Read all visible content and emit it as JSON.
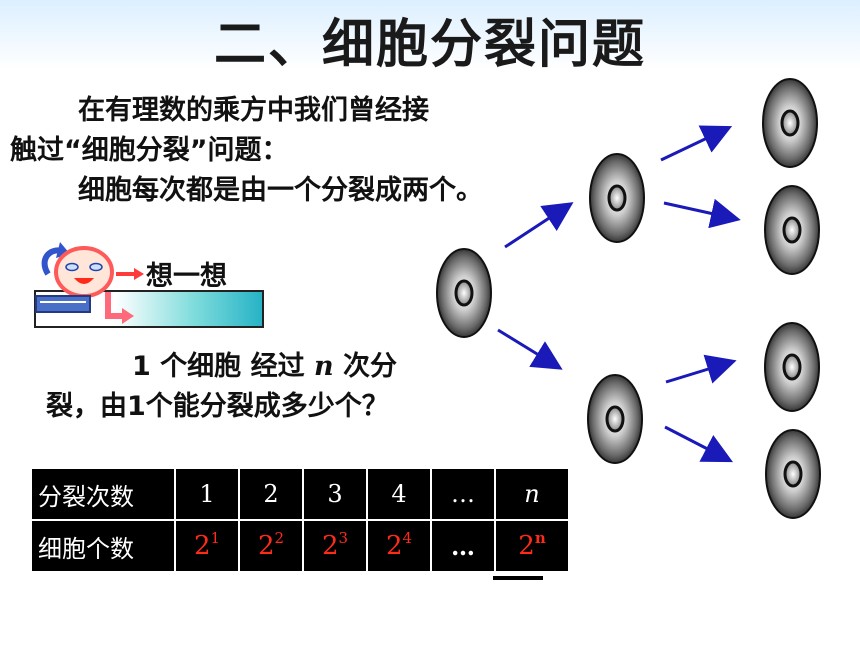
{
  "title": "二、细胞分裂问题",
  "intro": {
    "line1": "在有理数的乘方中我们曾经接",
    "line2": "触过“细胞分裂”问题：",
    "line3": "细胞每次都是由一个分裂成两个。"
  },
  "think": {
    "label": "想一想"
  },
  "question": {
    "line1_a": "1 个细胞 经过 ",
    "line1_var": "n",
    "line1_b": " 次分",
    "line2": "裂，由1个能分裂成多少个？"
  },
  "table": {
    "row1_header": "分裂次数",
    "row2_header": "细胞个数",
    "counts": [
      "1",
      "2",
      "3",
      "4",
      "…"
    ],
    "count_last": "n",
    "powers": [
      {
        "base": "2",
        "exp": "1"
      },
      {
        "base": "2",
        "exp": "2"
      },
      {
        "base": "2",
        "exp": "3"
      },
      {
        "base": "2",
        "exp": "4"
      }
    ],
    "power_dots": "…",
    "power_last": {
      "base": "2",
      "exp": "n"
    }
  },
  "colors": {
    "arrow": "#1a1ab8",
    "power_red": "#ff2a1a",
    "table_bg": "#000000"
  }
}
